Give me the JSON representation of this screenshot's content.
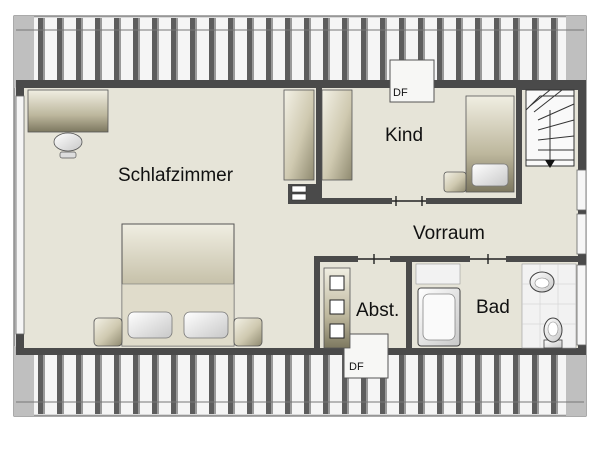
{
  "plan": {
    "rooms": {
      "schlafzimmer": "Schlafzimmer",
      "kind": "Kind",
      "vorraum": "Vorraum",
      "abst": "Abst.",
      "bad": "Bad"
    },
    "dormers": {
      "top": "DF",
      "bottom": "DF"
    }
  },
  "colors": {
    "floor": "#e6e4d8",
    "wall": "#4a4a4a",
    "roof_light": "#f4f4f4",
    "roof_dark": "#5a5a5a",
    "furniture": "#cfc9b0"
  }
}
